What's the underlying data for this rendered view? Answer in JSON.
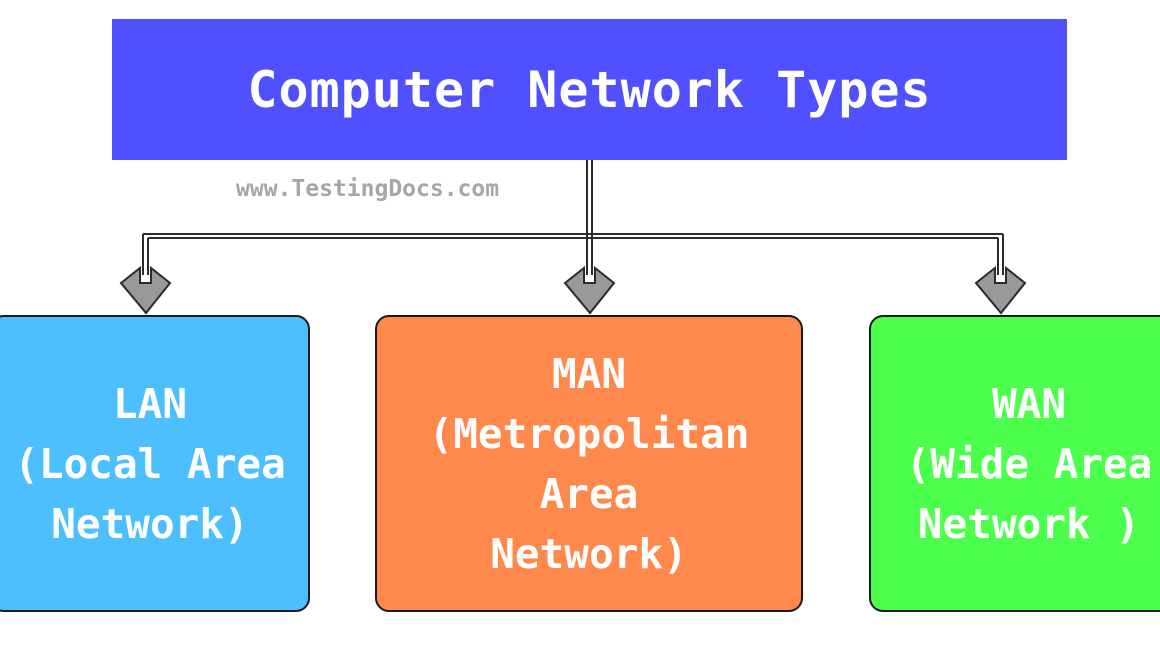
{
  "diagram": {
    "title": "Computer Network Types",
    "watermark": "www.TestingDocs.com",
    "nodes": [
      {
        "id": "lan",
        "label": "LAN\n(Local Area\nNetwork)",
        "color": "#4dbfff"
      },
      {
        "id": "man",
        "label": "MAN\n(Metropolitan\nArea\nNetwork)",
        "color": "#ff884d"
      },
      {
        "id": "wan",
        "label": "WAN\n(Wide Area\nNetwork )",
        "color": "#4dff4d"
      }
    ],
    "colors": {
      "title_bg": "#5050ff",
      "connector": "#2b2b2b",
      "arrowhead": "#999999",
      "watermark": "#a6a6a6"
    }
  }
}
